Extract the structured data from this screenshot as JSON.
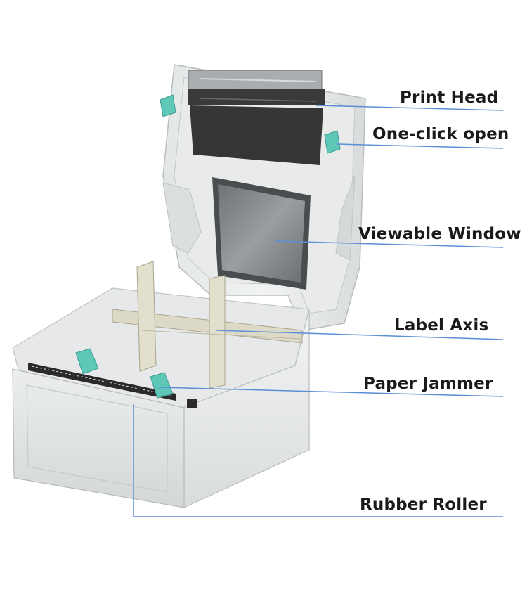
{
  "labels": {
    "print_head": "Print Head",
    "one_click_open": "One-click open",
    "viewable_window": "Viewable Window",
    "label_axis": "Label Axis",
    "paper_jammer": "Paper Jammer",
    "rubber_roller": "Rubber Roller"
  },
  "colors": {
    "leader_line": "#5b8fd6",
    "printer_body": "#eef0f0",
    "printer_shadow": "#c9cdcf",
    "teal_clip": "#5fc7b8",
    "window_glass": "#7d8183",
    "print_head_dark": "#2b2b2b"
  }
}
